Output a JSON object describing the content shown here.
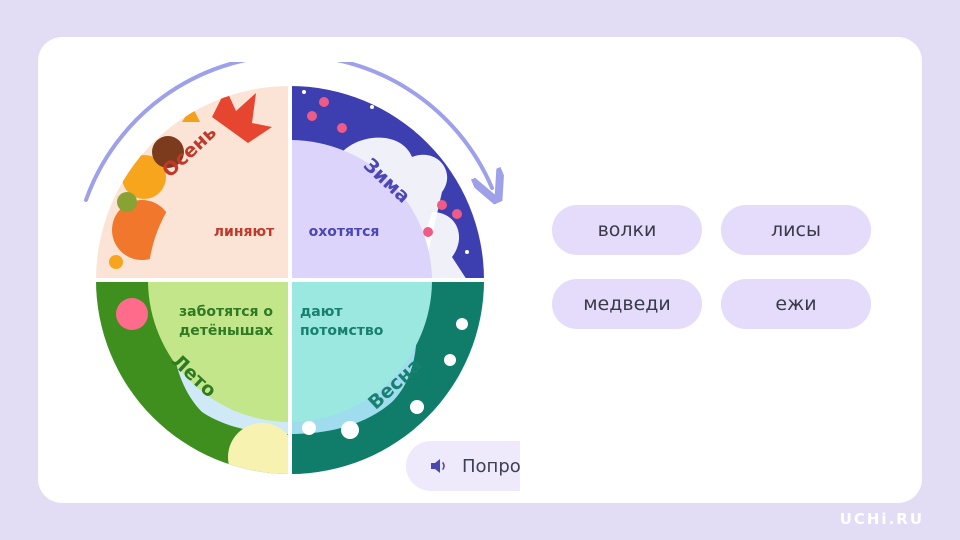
{
  "wheel": {
    "seasons": {
      "autumn": "Осень",
      "winter": "Зима",
      "summer": "Лето",
      "spring": "Весна"
    },
    "slots": {
      "autumn": "линяют",
      "winter": "охотятся",
      "summer": "заботятся о детёнышах",
      "spring": "дают потомство"
    }
  },
  "options": [
    "волки",
    "лисы",
    "медведи",
    "ежи"
  ],
  "hint_label": "Попро",
  "logo_text": "UCHi.RU",
  "colors": {
    "background": "#e2dcf5",
    "pill": "#e4dcfa",
    "autumn_label": "#c0392b",
    "winter_label": "#4b47b5",
    "summer_label": "#2f7a22",
    "spring_label": "#17806e"
  }
}
